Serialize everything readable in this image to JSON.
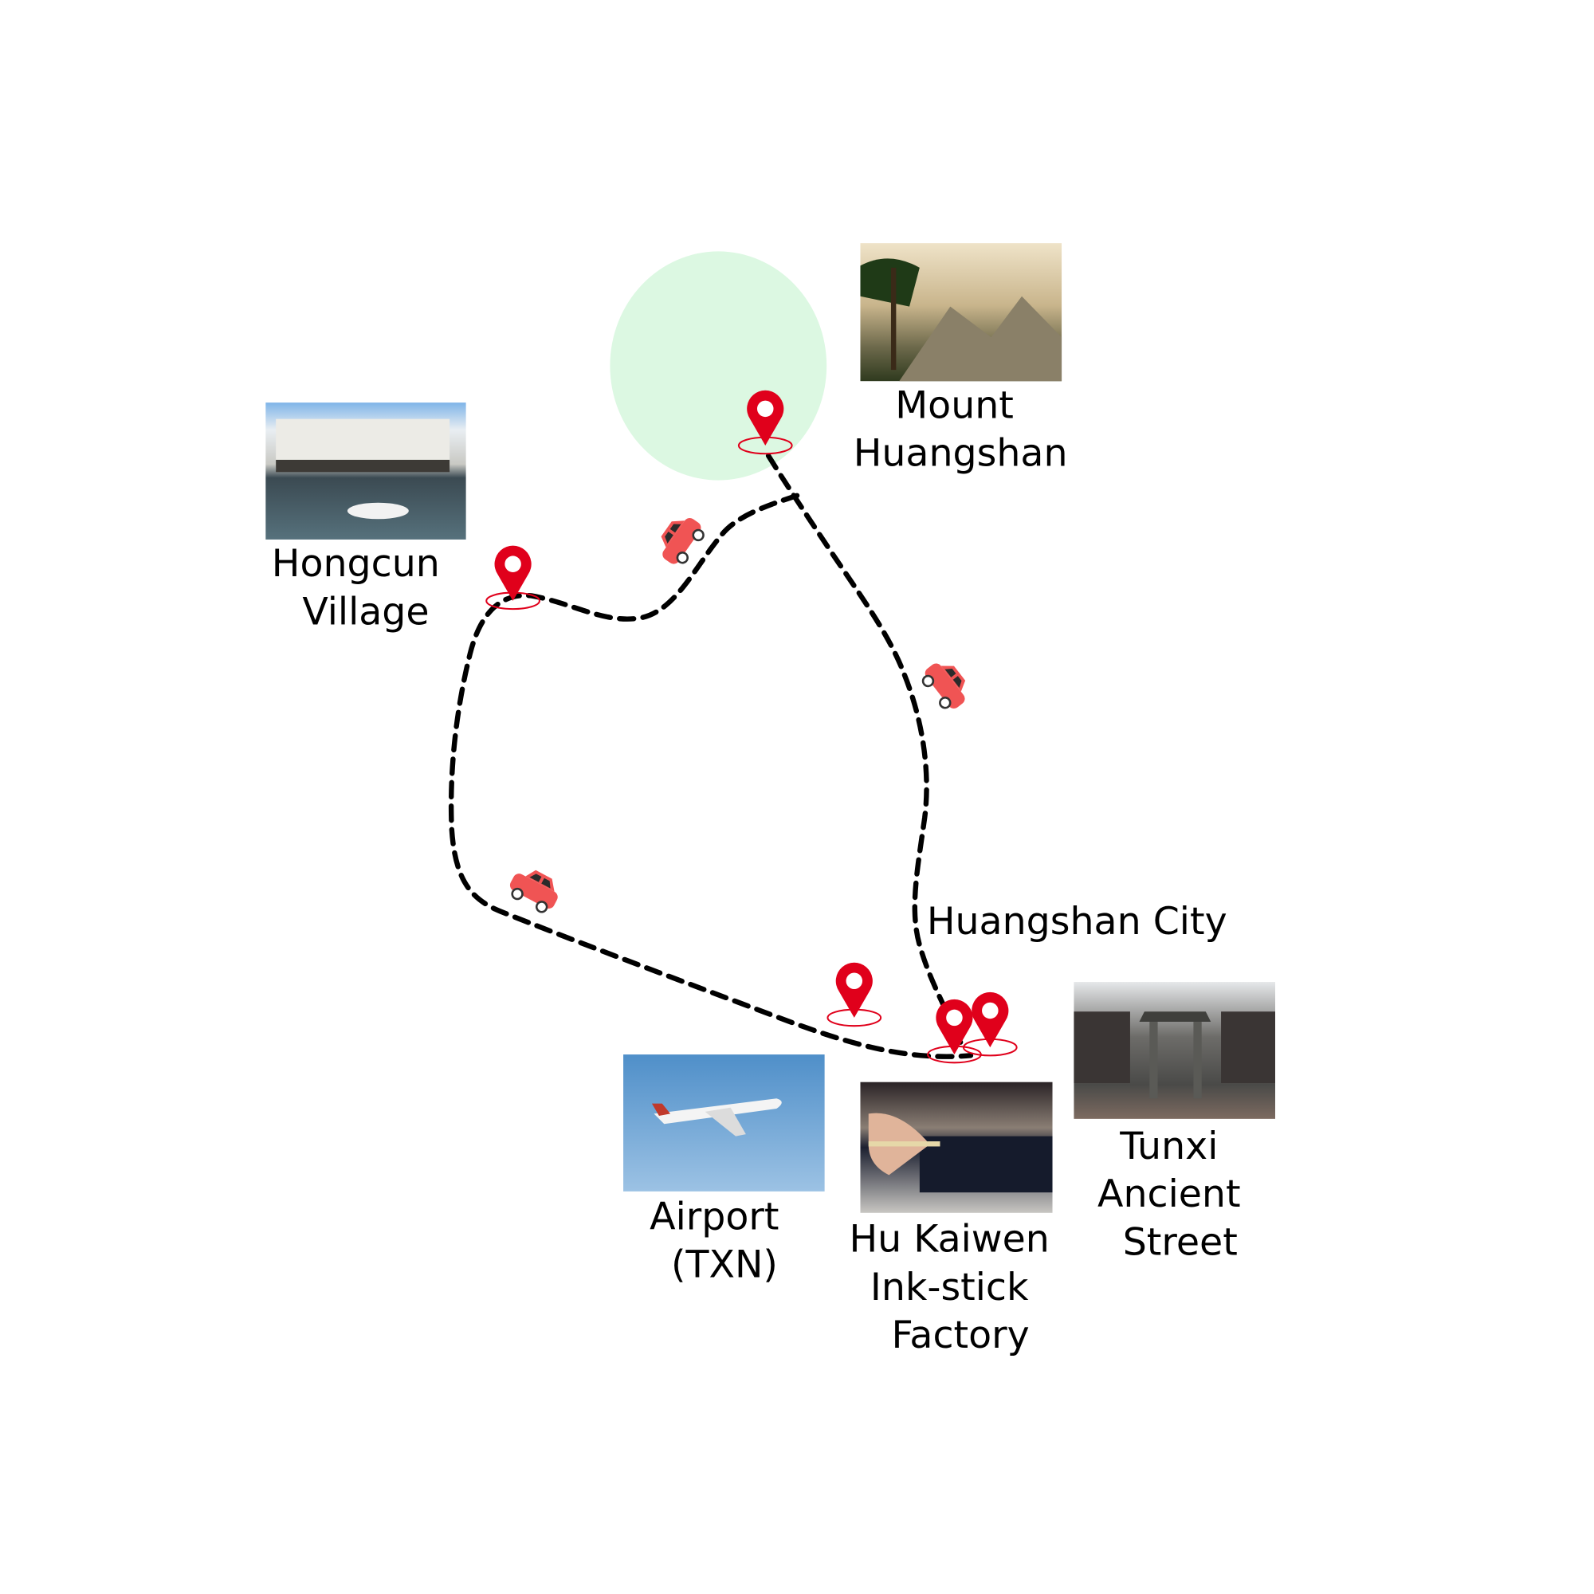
{
  "places": [
    {
      "id": "mount",
      "lines": [
        "Mount",
        "Huangshan"
      ],
      "image": "mount-huangshan-photo"
    },
    {
      "id": "hongcun",
      "lines": [
        "Hongcun",
        "Village"
      ],
      "image": "hongcun-village-photo"
    },
    {
      "id": "airport",
      "lines": [
        "Airport",
        "(TXN)"
      ],
      "image": "airplane-photo"
    },
    {
      "id": "factory",
      "lines": [
        "Hu Kaiwen",
        "Ink-stick",
        "Factory"
      ],
      "image": "ink-stick-photo"
    },
    {
      "id": "tunxi",
      "lines": [
        "Tunxi",
        "Ancient",
        "Street"
      ],
      "image": "tunxi-street-photo"
    }
  ],
  "city_label": "Huangshan City",
  "colors": {
    "pin": "#e0001b",
    "highlight": "#dcf8e2",
    "route": "#000000",
    "car": "#f05454"
  },
  "icons": {
    "pin": "map-pin-icon",
    "car": "car-icon"
  }
}
